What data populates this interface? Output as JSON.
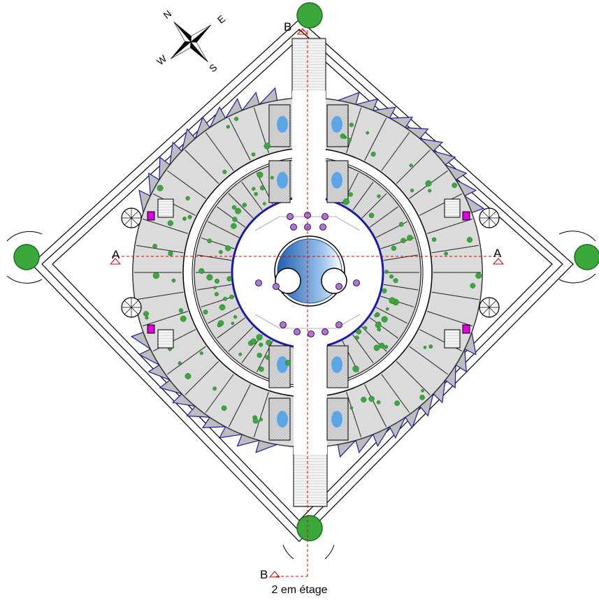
{
  "compass": {
    "n": "N",
    "e": "E",
    "s": "S",
    "w": "W"
  },
  "section_marks": {
    "a_left": "A",
    "a_right": "A",
    "b_top": "B",
    "b_bottom": "B"
  },
  "caption": "2 em étage",
  "colors": {
    "pool_blue": "#2f6fb8",
    "tree_green": "#3aa83a",
    "section_red": "#d40000",
    "facade_blue": "#1a1aa8",
    "stair_magenta": "#e000e0",
    "furniture_purple": "#b070e0"
  }
}
